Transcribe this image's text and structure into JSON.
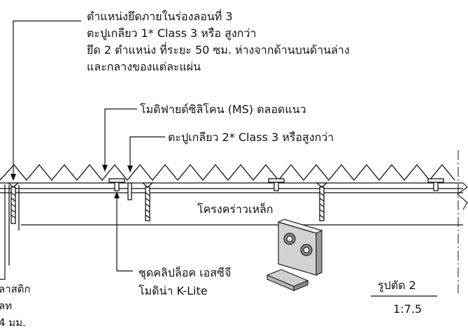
{
  "callouts": {
    "fixing_position": [
      "ตำแหน่งยึดภายในร่องลอนที่ 3",
      "ตะปูเกลียว 1* Class 3 หรือ สูงกว่า",
      "ยึด 2 ตำแหน่ง ที่ระยะ 50 ซม. ห่างจากด้านบนด้านล่าง",
      "และกลางของแต่ละแผ่น"
    ],
    "sealant": "โมดิฟายด์ซิลิโคน (MS) ตลอดแนว",
    "screw2": "ตะปูเกลียว 2* Class 3 หรือสูงกว่า",
    "frame": "โครงคร่าวเหล็ก",
    "clip": [
      "ชุดคลิปล็อค เอสซีจี",
      "โมดิน่า K-Lite"
    ],
    "left_partial": [
      "ลาสติก",
      "ลท",
      "4 มม."
    ]
  },
  "section": {
    "title": "รูปตัด 2",
    "scale": "1:7.5"
  },
  "colors": {
    "line": "#111111",
    "accent_line": "#333333"
  }
}
